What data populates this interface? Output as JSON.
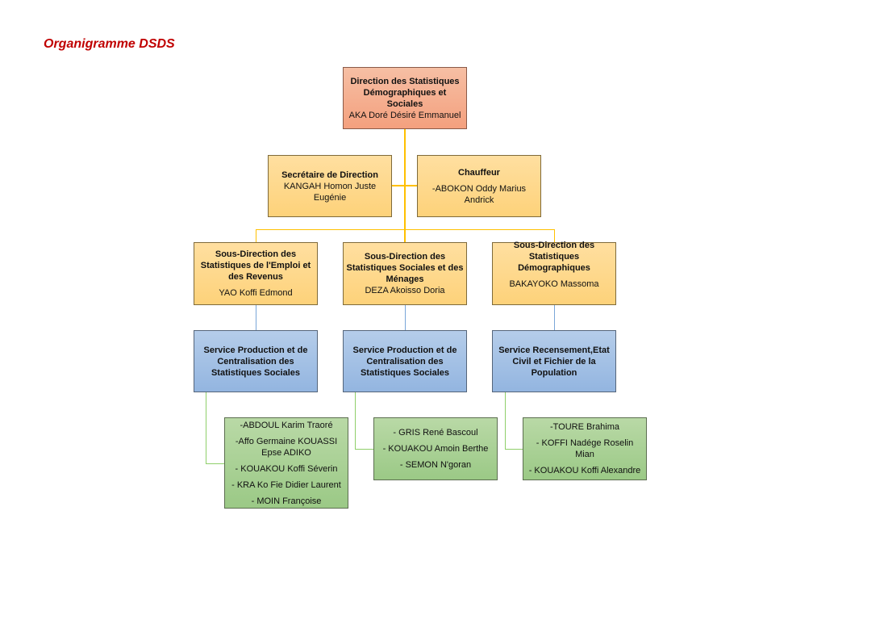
{
  "title": "Organigramme DSDS",
  "director": {
    "title": "Direction des Statistiques Démographiques et Sociales",
    "name": "AKA Doré Désiré Emmanuel"
  },
  "secretary": {
    "title": "Secrétaire de Direction",
    "name": "KANGAH Homon Juste Eugénie"
  },
  "driver": {
    "title": "Chauffeur",
    "name": "-ABOKON Oddy Marius Andrick"
  },
  "sub_directions": [
    {
      "title": "Sous-Direction des Statistiques de l'Emploi et des Revenus",
      "name": "YAO Koffi Edmond"
    },
    {
      "title": "Sous-Direction des Statistiques Sociales et des Ménages",
      "name": "DEZA Akoisso Doria"
    },
    {
      "title": "Sous-Direction des Statistiques Démographiques",
      "name": "BAKAYOKO Massoma"
    }
  ],
  "services": [
    {
      "title": "Service Production et de Centralisation des Statistiques Sociales",
      "staff": [
        "-ABDOUL Karim Traoré",
        "-Affo Germaine KOUASSI Epse ADIKO",
        "- KOUAKOU Koffi Séverin",
        "- KRA Ko Fie Didier Laurent",
        "- MOIN Françoise"
      ]
    },
    {
      "title": "Service Production et de Centralisation des Statistiques Sociales",
      "staff": [
        "- GRIS René Bascoul",
        "- KOUAKOU Amoin Berthe",
        "- SEMON N'goran"
      ]
    },
    {
      "title": "Service Recensement,Etat Civil et Fichier de la Population",
      "staff": [
        "-TOURE Brahima",
        "- KOFFI Nadége Roselin Mian",
        "- KOUAKOU Koffi Alexandre"
      ]
    }
  ]
}
